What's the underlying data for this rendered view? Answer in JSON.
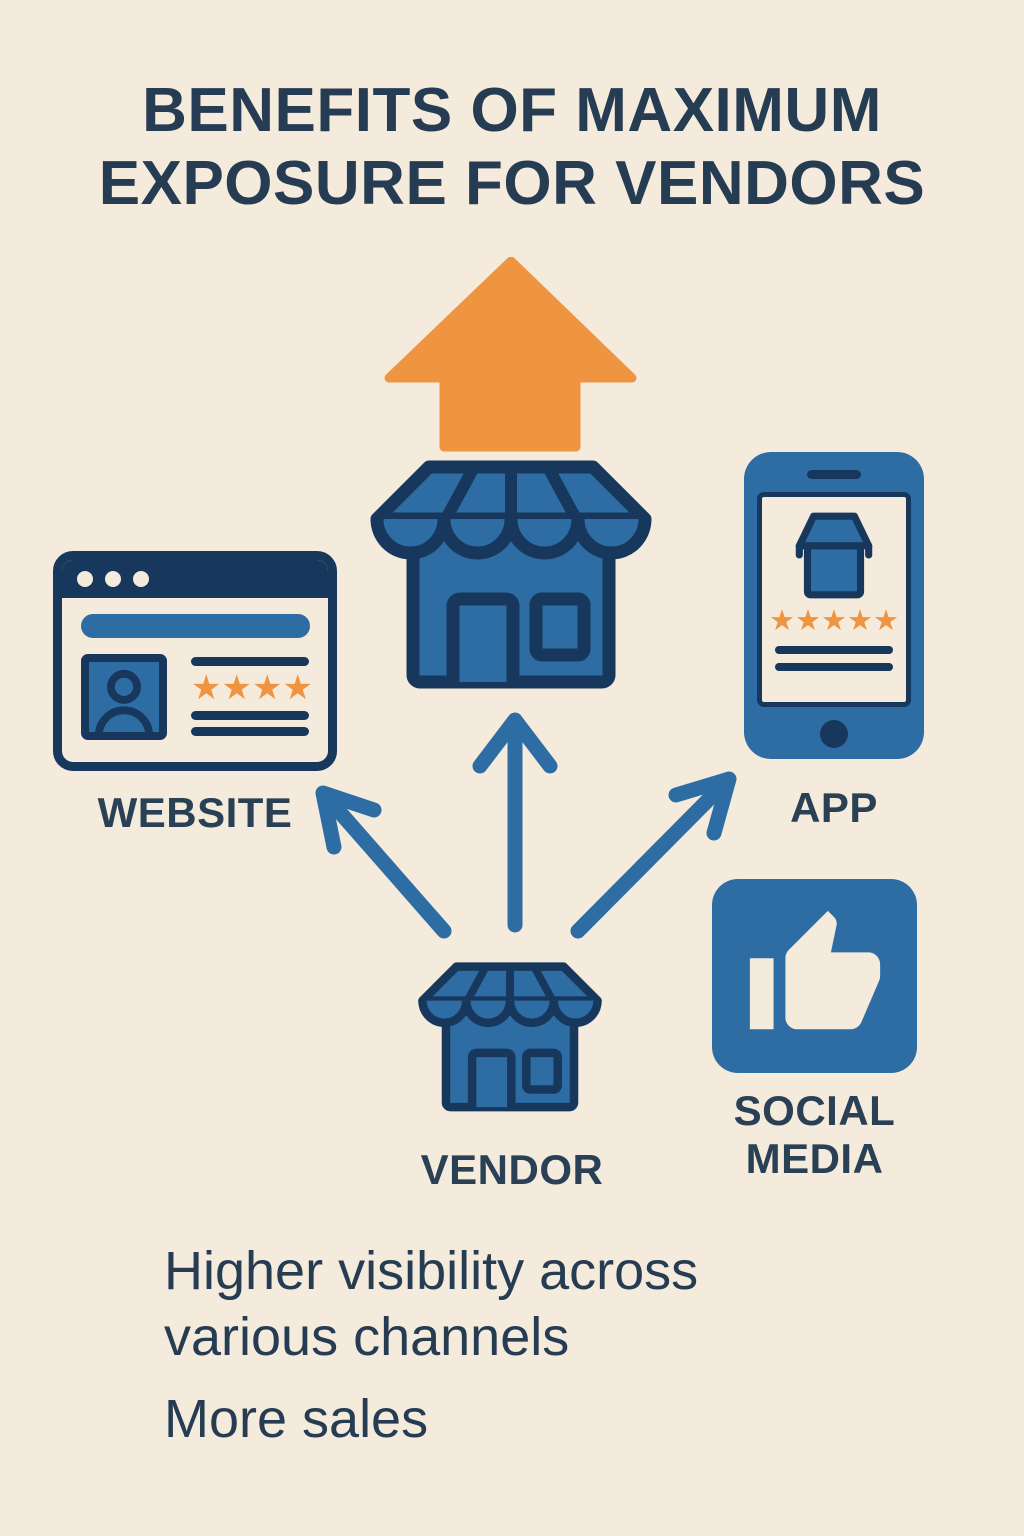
{
  "title": {
    "lines": [
      "BENEFITS OF MAXIMUM",
      "EXPOSURE FOR VENDORS"
    ]
  },
  "palette": {
    "background": "#f4ebdc",
    "navy": "#17375c",
    "blue": "#2e6da4",
    "orange": "#ef9440",
    "text": "#263c52"
  },
  "nodes": {
    "growth": {
      "icon": "up-arrow-icon"
    },
    "marketplace": {
      "icon": "storefront-icon"
    },
    "website": {
      "label": "WEBSITE",
      "icon": "browser-window-icon",
      "stars": "★★★★"
    },
    "app": {
      "label": "APP",
      "icon": "smartphone-icon",
      "stars": "★★★★★"
    },
    "social": {
      "label_line1": "SOCIAL",
      "label_line2": "MEDIA",
      "icon": "thumbs-up-icon"
    },
    "vendor": {
      "label": "VENDOR",
      "icon": "storefront-icon"
    }
  },
  "benefits": [
    {
      "line1": "Higher visibility across",
      "line2": "various channels"
    },
    {
      "line1": "More sales",
      "line2": ""
    }
  ]
}
